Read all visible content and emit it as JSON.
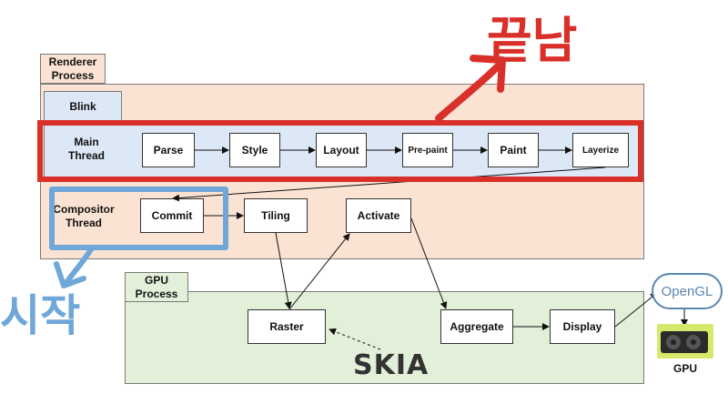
{
  "renderer_process": {
    "label": "Renderer\nProcess",
    "color": "#fbe3d3"
  },
  "blink": {
    "label": "Blink",
    "color": "#dde8f6"
  },
  "main_thread": {
    "label": "Main\nThread",
    "stages": [
      "Parse",
      "Style",
      "Layout",
      "Pre-paint",
      "Paint",
      "Layerize"
    ]
  },
  "compositor_thread": {
    "label": "Compositor\nThread",
    "stages": [
      "Commit",
      "Tiling",
      "Activate"
    ]
  },
  "gpu_process": {
    "label": "GPU\nProcess",
    "color": "#e3f0d9",
    "stages": [
      "Raster",
      "Aggregate",
      "Display"
    ]
  },
  "skia_logo": "SKIA",
  "opengl_logo": "OpenGL",
  "gpu_label": "GPU",
  "annotations": {
    "end_label": "끝남",
    "end_color": "#d9302a",
    "start_label": "시작",
    "start_color": "#6ea7d8"
  }
}
